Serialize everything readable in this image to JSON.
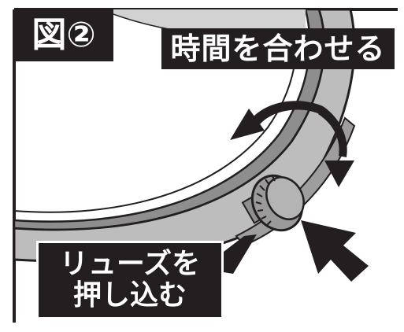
{
  "figure": {
    "number_label": "図②",
    "title": "時間を合わせる"
  },
  "instruction": {
    "line1": "リューズを",
    "line2": "押し込む"
  },
  "colors": {
    "ink": "#231f20",
    "case_fill": "#bdbdbd",
    "bezel_fill": "#8e8e8e",
    "crown_fill": "#9a9a9a",
    "label_bg": "#231f20",
    "label_text": "#ffffff"
  },
  "icons": [
    "rotate-arrows-icon",
    "push-arrow-icon",
    "watch-crown-icon"
  ]
}
